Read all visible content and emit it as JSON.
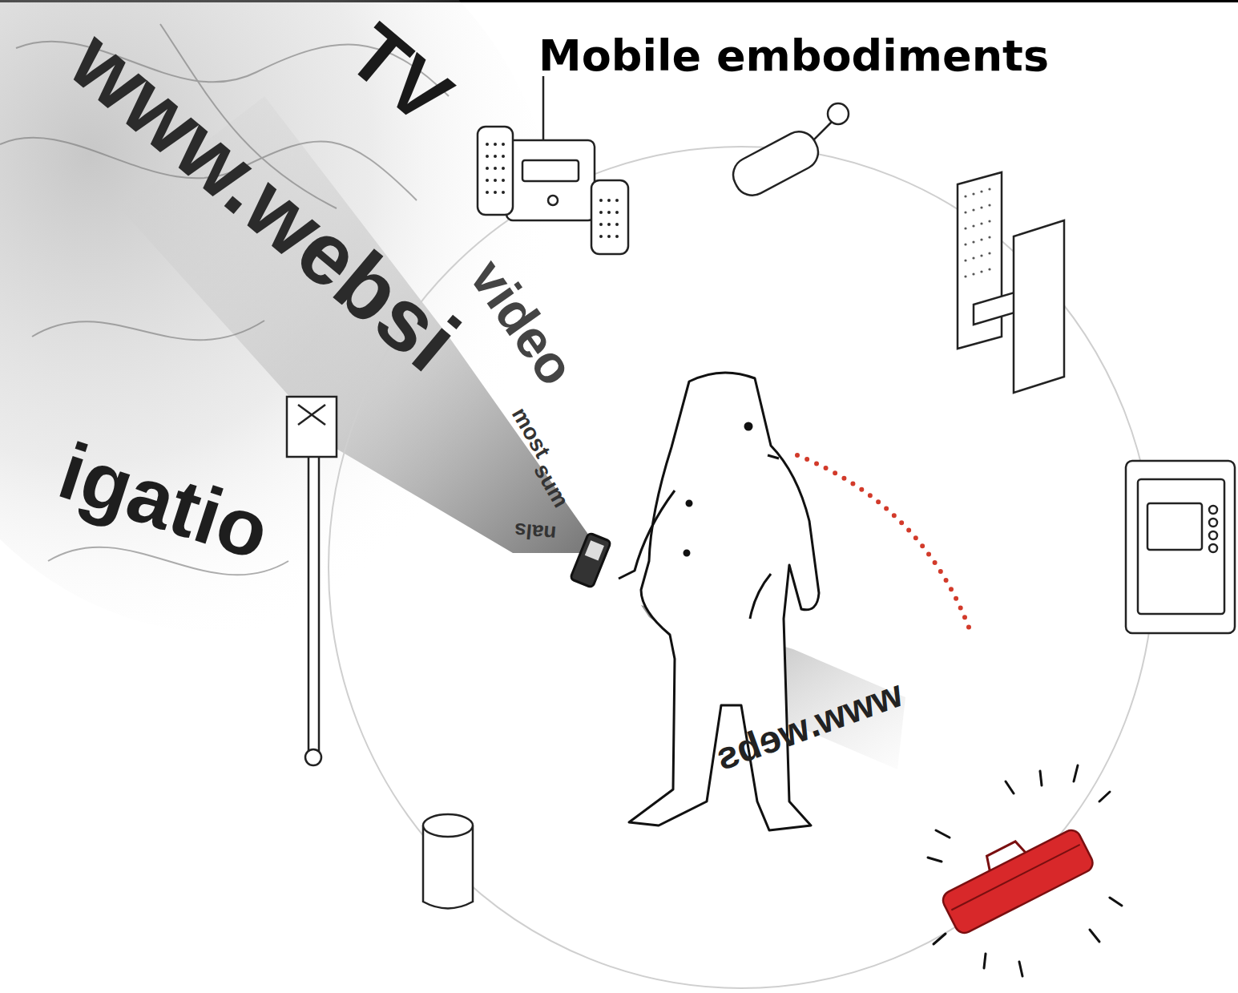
{
  "diagram": {
    "title": "Mobile embodiments",
    "labels": [
      "TV",
      "www.websi",
      "video",
      "igatio",
      "most",
      "sum",
      "nals",
      "www.webs"
    ]
  }
}
